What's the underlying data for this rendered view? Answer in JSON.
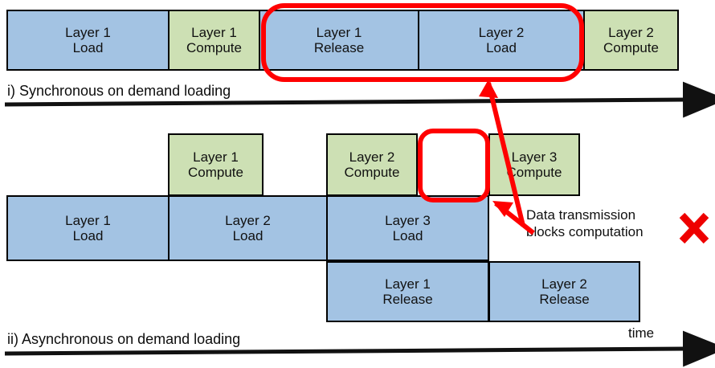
{
  "figure": {
    "panel_one": {
      "caption": "i) Synchronous on demand loading",
      "row_blocks": [
        {
          "l1": "Layer 1",
          "l2": "Load",
          "kind": "blue"
        },
        {
          "l1": "Layer 1",
          "l2": "Compute",
          "kind": "green"
        },
        {
          "l1": "Layer 1",
          "l2": "Release",
          "kind": "blue"
        },
        {
          "l1": "Layer 2",
          "l2": "Load",
          "kind": "blue"
        },
        {
          "l1": "Layer 2",
          "l2": "Compute",
          "kind": "green"
        }
      ]
    },
    "panel_two": {
      "caption": "ii) Asynchronous on demand loading",
      "time_axis_label": "time",
      "compute_blocks": [
        {
          "l1": "Layer 1",
          "l2": "Compute",
          "kind": "green"
        },
        {
          "l1": "Layer 2",
          "l2": "Compute",
          "kind": "green"
        },
        {
          "l1": "Layer 3",
          "l2": "Compute",
          "kind": "green"
        }
      ],
      "load_blocks": [
        {
          "l1": "Layer 1",
          "l2": "Load",
          "kind": "blue"
        },
        {
          "l1": "Layer 2",
          "l2": "Load",
          "kind": "blue"
        },
        {
          "l1": "Layer 3",
          "l2": "Load",
          "kind": "blue"
        }
      ],
      "release_blocks": [
        {
          "l1": "Layer 1",
          "l2": "Release",
          "kind": "blue"
        },
        {
          "l1": "Layer 2",
          "l2": "Release",
          "kind": "blue"
        }
      ]
    },
    "annotation": {
      "line1": "Data transmission",
      "line2": "blocks computation",
      "mark": "x-mark-icon"
    },
    "colors": {
      "blue_fill": "#a3c3e3",
      "green_fill": "#cde0b4",
      "outline": "#000000",
      "highlight_red": "#ff0000"
    }
  }
}
